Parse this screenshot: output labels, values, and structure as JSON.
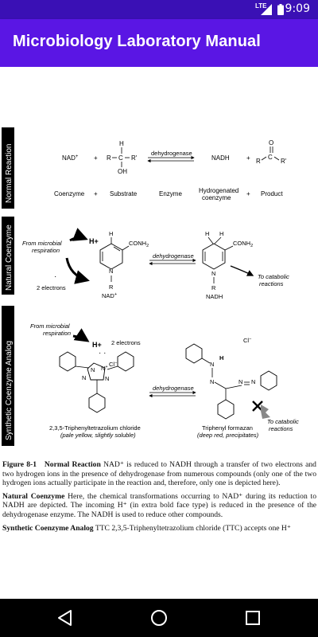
{
  "status_bar": {
    "time": "9:09",
    "network": "LTE"
  },
  "app_bar": {
    "title": "Microbiology Laboratory Manual"
  },
  "figure": {
    "side_labels": {
      "normal": "Normal Reaction",
      "natural": "Natural Coenzyme",
      "synthetic": "Synthetic Coenzyme Analog"
    },
    "normal": {
      "nad": "NAD",
      "nad_sup": "+",
      "plus1": "+",
      "plus2": "+",
      "h_top": "H",
      "r_left": "R",
      "c_mid": "C",
      "r_right": "R'",
      "oh": "OH",
      "enzyme_label": "dehydrogenase",
      "nadh": "NADH",
      "o_top": "O",
      "r2": "R",
      "c2": "C",
      "r2_right": "R'",
      "row": [
        "Coenzyme",
        "+",
        "Substrate",
        "Enzyme",
        "Hydrogenated",
        "coenzyme",
        "+",
        "Product"
      ]
    },
    "natural": {
      "from_microbial": "From microbial",
      "respiration": "respiration",
      "h_plus": "H+",
      "two_electrons": "2 electrons",
      "h_ring": "H",
      "conh2": "CONH",
      "conh2_sub": "2",
      "n": "N",
      "r": "R",
      "nad_label": "NAD",
      "nad_sup": "+",
      "enzyme_label": "dehydrogenase",
      "h_left": "H",
      "h_right": "H",
      "conh2_b": "CONH",
      "conh2_b_sub": "2",
      "n_b": "N",
      "r_b": "R",
      "nadh": "NADH",
      "to_catabolic": "To catabolic",
      "reactions": "reactions"
    },
    "synthetic": {
      "from_microbial": "From microbial",
      "respiration": "respiration",
      "h_plus": "H+",
      "two_electrons": "2 electrons",
      "cl_minus": "Cl",
      "cl_sup": "−",
      "n1": "N",
      "n2": "N",
      "n3": "N",
      "n4": "N",
      "n_sup": "+",
      "enzyme_label": "dehydrogenase",
      "cl_right": "Cl",
      "cl_right_sup": "−",
      "h_right": "H",
      "n_a": "N",
      "n_b": "N",
      "n_c": "N",
      "n_d": "N",
      "ttc_name": "2,3,5-Triphenyltetrazolium chloride",
      "ttc_note": "(pale yellow, slightly soluble)",
      "formazan_name": "Triphenyl formazan",
      "formazan_note": "(deep red, precipitates)",
      "to_catabolic": "To catabolic",
      "reactions": "reactions"
    }
  },
  "caption": {
    "fig_label": "Figure 8-1",
    "p1_heading": "Normal Reaction",
    "p1_text": "NAD⁺ is reduced to NADH through a transfer of two electrons and two hydrogen ions in the presence of dehydrogenase from numerous compounds (only one of the two hydrogen ions actually participate in the reaction and, therefore, only one is depicted here).",
    "p2_heading": "Natural Coenzyme",
    "p2_text": "Here, the chemical transformations occurring to NAD⁺ during its reduction to NADH are depicted. The incoming H⁺ (in extra bold face type) is reduced in the presence of the dehydrogenase enzyme. The NADH is used to reduce other compounds.",
    "p3_heading": "Synthetic Coenzyme Analog",
    "p3_text": "TTC 2,3,5-Triphenyltetrazolium chloride (TTC) accepts one H⁺"
  },
  "nav": {
    "back": "back-icon",
    "home": "home-icon",
    "recents": "recents-icon"
  }
}
